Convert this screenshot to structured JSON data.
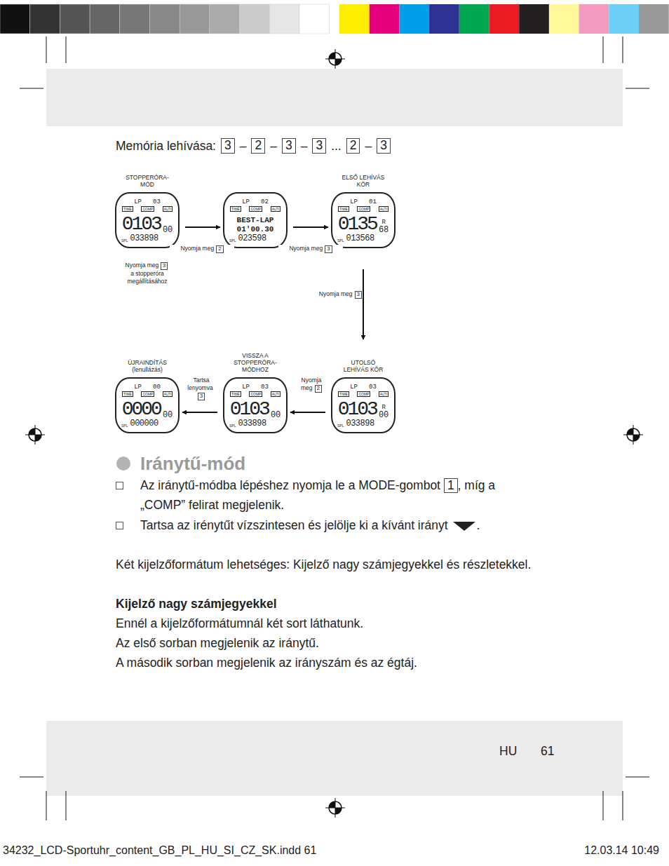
{
  "diagram": {
    "nodes": [
      {
        "text": [
          "STOPPERÓRA-MÓD",
          "LP",
          "03",
          "TIME",
          "COMP",
          "ALTI",
          "0103",
          "00",
          "SPL",
          "033898"
        ]
      },
      {
        "text": [
          "LP",
          "02",
          "TIME",
          "COMP",
          "ALTI",
          "BEST-LAP",
          "01'00.30",
          "SPL",
          "023598"
        ]
      },
      {
        "text": [
          "ELSŐ LEHÍVÁS KÖR",
          "LP",
          "01",
          "TIME",
          "COMP",
          "ALTI",
          "0135",
          "68",
          "R",
          "SPL",
          "013568"
        ]
      },
      {
        "text": [
          "ÚJRAINDÍTÁS (lenullázás)",
          "LP",
          "00",
          "TIME",
          "COMP",
          "ALTI",
          "0000",
          "00",
          "SPL",
          "000000"
        ]
      },
      {
        "text": [
          "VISSZA A STOPPERÓRA-MÓDHOZ",
          "LP",
          "03",
          "TIME",
          "COMP",
          "ALTI",
          "0103",
          "00",
          "SPL",
          "033898"
        ]
      },
      {
        "text": [
          "UTOLSÓ LEHÍVÁS KÖR",
          "LP",
          "03",
          "TIME",
          "COMP",
          "ALTI",
          "0103",
          "00",
          "R",
          "SPL",
          "033898"
        ]
      }
    ],
    "edges": [
      {
        "from": 0,
        "to": 1,
        "arrow": "to",
        "label": "Nyomja meg"
      },
      {
        "from": 1,
        "to": 2,
        "arrow": "to",
        "label": "Nyomja meg"
      },
      {
        "from": 2,
        "to": 5,
        "arrow": "to",
        "label": "Nyomja meg"
      },
      {
        "from": 5,
        "to": 4,
        "arrow": "to",
        "label": "Nyomja meg"
      },
      {
        "from": 4,
        "to": 3,
        "arrow": "to",
        "label": "Tartsa lenyomva"
      }
    ],
    "labels": [
      "Memória lehívása:",
      "3",
      "–",
      "2",
      "–",
      "3",
      "–",
      "3",
      "...",
      "2",
      "–",
      "3",
      "2",
      "3",
      "3",
      "2",
      "3",
      "Nyomja meg",
      "3",
      "a stopperóra megállításához",
      "Iránytű-mód",
      "Az iránytű-módba lépéshez nyomja le a MODE-gombot",
      "1",
      ", míg a „COMP” felirat megjelenik.",
      "Tartsa az irénytűt vízszintesen és jelölje ki a kívánt irányt",
      ".",
      "Két kijelzőformátum lehetséges: Kijelző nagy számjegyekkel és részletekkel.",
      "Kijelző nagy számjegyekkel",
      "Ennél a kijelzőformátumnál két sort láthatunk.",
      "Az első sorban megjelenik az iránytű.",
      "A második sorban megjelenik az irányszám és az égtáj.",
      "HU",
      "61",
      "34232_LCD-Sportuhr_content_GB_PL_HU_SI_CZ_SK.indd 61",
      "12.03.14 10:49"
    ]
  }
}
